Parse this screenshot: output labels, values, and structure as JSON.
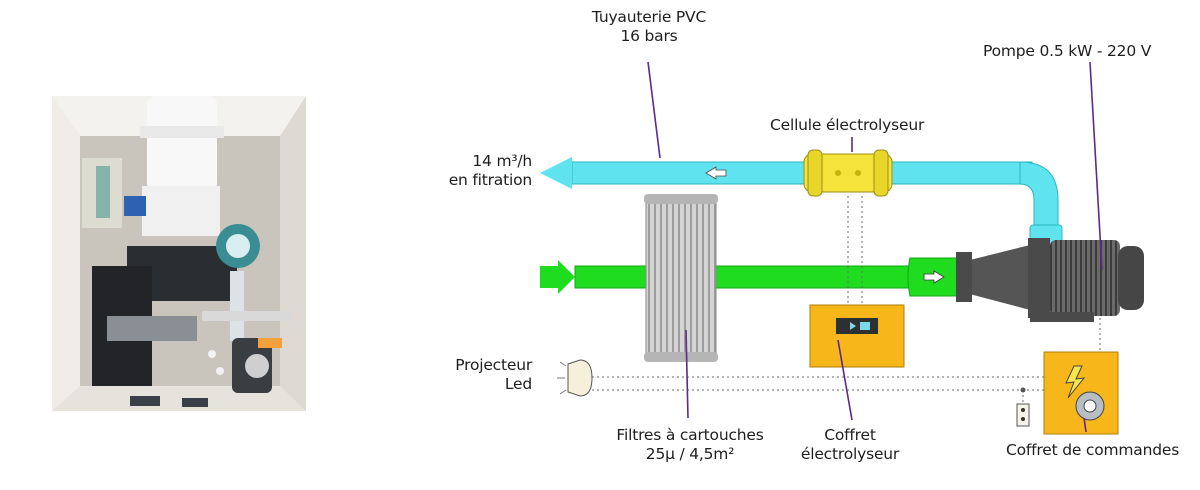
{
  "labels": {
    "pipe_top": [
      "Tuyauterie PVC",
      "16 bars"
    ],
    "pump": "Pompe 0.5 kW - 220 V",
    "cell": "Cellule électrolyseur",
    "flow": [
      "14 m³/h",
      "en fitration"
    ],
    "led": [
      "Projecteur",
      "Led"
    ],
    "filter": [
      "Filtres à cartouches",
      "25µ / 4,5m²"
    ],
    "elec_box": [
      "Coffret",
      "électrolyseur"
    ],
    "control_box": "Coffret de commandes"
  },
  "colors": {
    "return_pipe": "#5fe3ef",
    "suction_pipe": "#1fdc1f",
    "cell": "#f3e33a",
    "box": "#f7b619",
    "leader": "#5c2a8a",
    "pump": "#505050"
  }
}
